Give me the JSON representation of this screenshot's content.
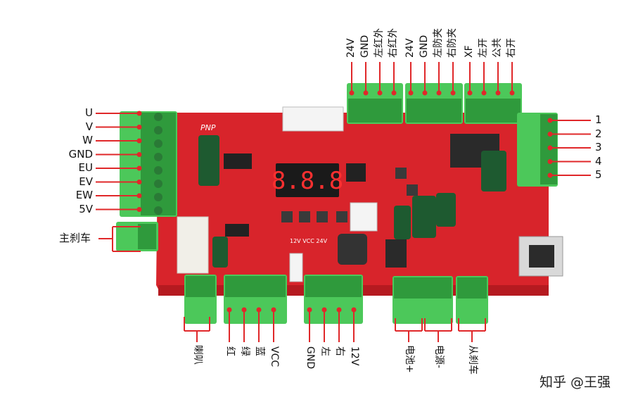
{
  "image_type": "photo of red PCB controller board with green screw terminals and annotations",
  "colors": {
    "pcb": "#d8242b",
    "pcb_dark": "#b51a20",
    "terminal": "#4cc85a",
    "terminal_dark": "#2f9a3c",
    "lead_line": "#e0282a",
    "display": "#1a1a1a",
    "segment": "#ff3030"
  },
  "silkscreen": {
    "brand": "PNP",
    "display_digits": "8.8.8",
    "voltage_note": "12V VCC 24V"
  },
  "labels": {
    "left_motor": [
      "U",
      "V",
      "W",
      "GND",
      "EU",
      "EV",
      "EW",
      "5V"
    ],
    "main_brake": "主刹车",
    "right_numbers": [
      "1",
      "2",
      "3",
      "4",
      "5"
    ],
    "top_group1": [
      "24V",
      "GND",
      "左红外",
      "右红外"
    ],
    "top_group2": [
      "24V",
      "GND",
      "左防夹",
      "右防夹"
    ],
    "top_group3": [
      "XF",
      "左开",
      "公共",
      "右开"
    ],
    "bottom_horn": "喇叭",
    "bottom_group2": [
      "红",
      "绿",
      "蓝",
      "VCC"
    ],
    "bottom_group3": [
      "GND",
      "左",
      "右",
      "12V"
    ],
    "bottom_battery": "电池+",
    "bottom_power": "电源-",
    "bottom_brake": "从刹车"
  },
  "watermark": "知乎 @王强"
}
